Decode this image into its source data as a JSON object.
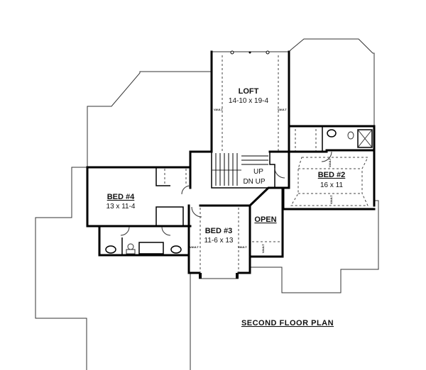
{
  "plan": {
    "title": "SECOND FLOOR PLAN",
    "rooms": [
      {
        "name": "LOFT",
        "size": "14-10 x 19-4"
      },
      {
        "name": "BED #2",
        "size": "16 x 11"
      },
      {
        "name": "BED #4",
        "size": "13 x 11-4"
      },
      {
        "name": "BED #3",
        "size": "11-6 x 13"
      },
      {
        "name": "OPEN"
      }
    ],
    "stairs": {
      "up": "UP",
      "dn_up": "DN UP"
    },
    "vault_label": "VAULT"
  }
}
